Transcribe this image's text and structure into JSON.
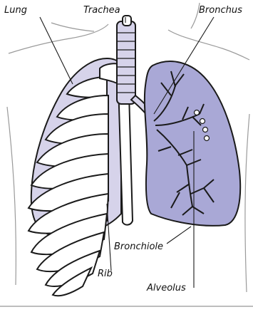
{
  "labels": {
    "lung": "Lung",
    "trachea": "Trachea",
    "bronchus": "Bronchus",
    "bronchiole": "Bronchiole",
    "rib": "Rib",
    "alveolus": "Alveolus"
  },
  "colors": {
    "line": "#1a1a1a",
    "lung_fill": "#a9a8d6",
    "lung_light_fill": "#d6d3ea",
    "body_outline": "#9a9a9a",
    "background": "#ffffff"
  }
}
